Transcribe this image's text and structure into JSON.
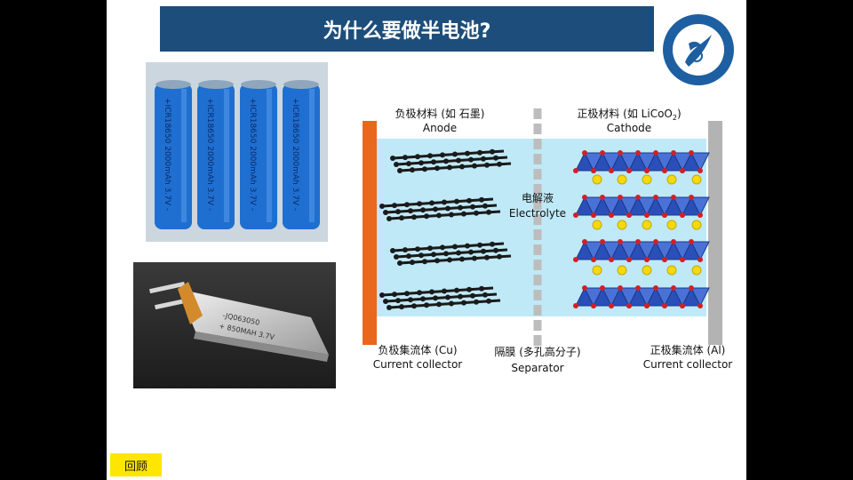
{
  "title": "为什么要做半电池?",
  "cells_photo": {
    "battery_label": "+ICR18650 2000mAh 3.7V -"
  },
  "pouch_photo": {
    "line1": "-JQ063050",
    "line2": "+ 850MAH 3.7V"
  },
  "diagram": {
    "anode_material_zh": "负极材料 (如 石墨)",
    "anode_en": "Anode",
    "cathode_material_zh": "正极材料 (如 LiCoO",
    "cathode_sub": "2",
    "cathode_close": ")",
    "cathode_en": "Cathode",
    "electrolyte_zh": "电解液",
    "electrolyte_en": "Electrolyte",
    "cu_collector_zh": "负极集流体 (Cu)",
    "cu_collector_en": "Current collector",
    "separator_zh": "隔膜 (多孔高分子)",
    "separator_en": "Separator",
    "al_collector_zh": "正极集流体 (Al)",
    "al_collector_en": "Current collector"
  },
  "review_button": "回顾",
  "colors": {
    "title_bar": "#1d4e7b",
    "battery_blue": "#1f6fd0",
    "electrolyte": "#bfe9f7",
    "cu_foil": "#e8681e",
    "al_foil": "#b3b3b3",
    "cathode_octahedra": "#2a4fb8",
    "lithium_ion": "#f4d90e",
    "review_button": "#ffe600"
  }
}
